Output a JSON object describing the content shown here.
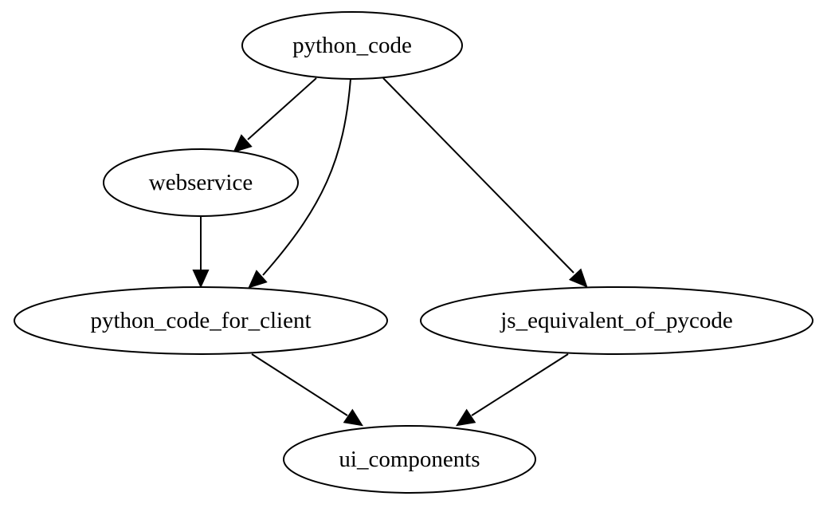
{
  "diagram": {
    "nodes": [
      {
        "id": "python_code",
        "label": "python_code"
      },
      {
        "id": "webservice",
        "label": "webservice"
      },
      {
        "id": "python_code_for_client",
        "label": "python_code_for_client"
      },
      {
        "id": "js_equivalent_of_pycode",
        "label": "js_equivalent_of_pycode"
      },
      {
        "id": "ui_components",
        "label": "ui_components"
      }
    ],
    "edges": [
      {
        "from": "python_code",
        "to": "webservice"
      },
      {
        "from": "python_code",
        "to": "python_code_for_client"
      },
      {
        "from": "python_code",
        "to": "js_equivalent_of_pycode"
      },
      {
        "from": "webservice",
        "to": "python_code_for_client"
      },
      {
        "from": "python_code_for_client",
        "to": "ui_components"
      },
      {
        "from": "js_equivalent_of_pycode",
        "to": "ui_components"
      }
    ]
  }
}
